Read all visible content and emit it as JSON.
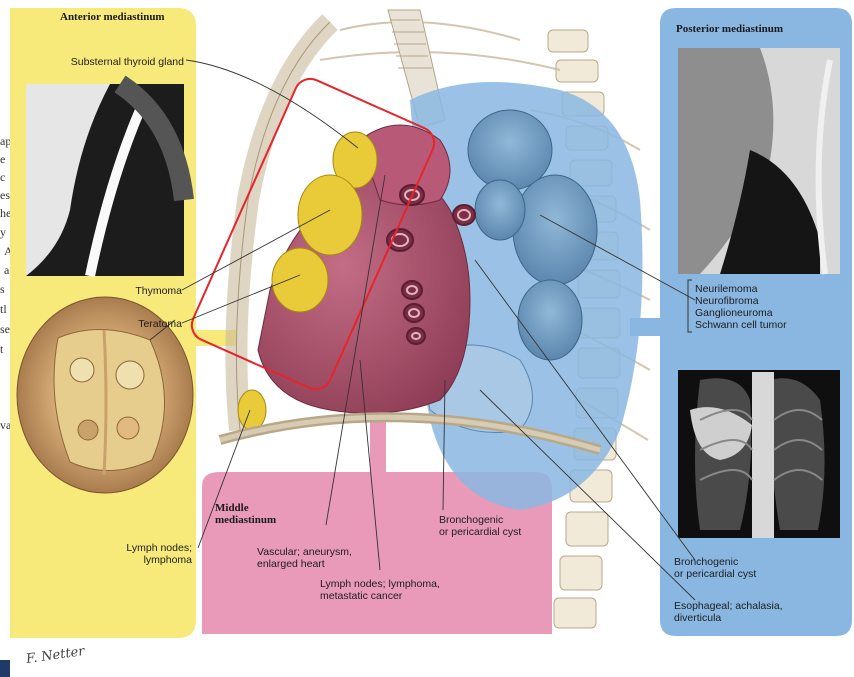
{
  "left_text_fragments": [
    "ap",
    "e",
    "c",
    "es",
    "he",
    "y",
    "A",
    "a",
    "s",
    "tl",
    "se",
    "t",
    "va"
  ],
  "anterior": {
    "title": "Anterior mediastinum",
    "labels": {
      "thyroid": "Substernal thyroid gland",
      "thymoma": "Thymoma",
      "teratoma": "Teratoma",
      "lymph": [
        "Lymph nodes;",
        "lymphoma"
      ]
    }
  },
  "middle": {
    "title": [
      "Middle",
      "mediastinum"
    ],
    "labels": {
      "vascular": [
        "Vascular; aneurysm,",
        "enlarged heart"
      ],
      "lymph": [
        "Lymph nodes; lymphoma,",
        "metastatic cancer"
      ],
      "bronchogenic": [
        "Bronchogenic",
        "or pericardial cyst"
      ]
    }
  },
  "posterior": {
    "title": "Posterior mediastinum",
    "tumors": [
      "Neurilemoma",
      "Neurofibroma",
      "Ganglioneuroma",
      "Schwann cell tumor"
    ],
    "bronchogenic": [
      "Bronchogenic",
      "or pericardial cyst"
    ],
    "esophageal": [
      "Esophageal; achalasia,",
      "diverticula"
    ]
  },
  "signature": "F. Netter",
  "colors": {
    "anterior": "#f7e97a",
    "middle": "#e89ab8",
    "posterior": "#8ab7e2",
    "highlight": "#e8242b"
  }
}
